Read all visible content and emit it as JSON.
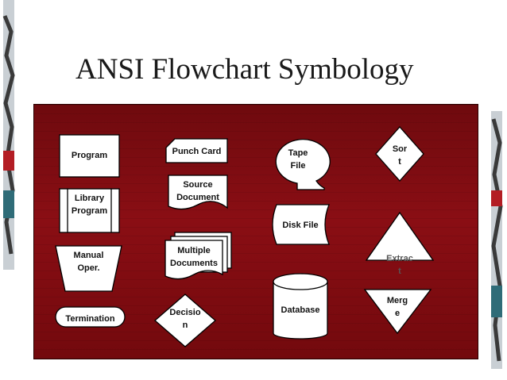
{
  "title": "ANSI Flowchart Symbology",
  "symbols": {
    "program": "Program",
    "punch_card": "Punch Card",
    "tape_file": "Tape\nFile",
    "sort": "Sor\nt",
    "library_program": "Library\nProgram",
    "source_document": "Source\nDocument",
    "disk_file": "Disk File",
    "manual_oper": "Manual\nOper.",
    "multiple_documents": "Multiple\nDocuments",
    "extract": "Extrac\nt",
    "database": "Database",
    "merge": "Merg\ne",
    "termination": "Termination",
    "decision": "Decisio\nn"
  }
}
